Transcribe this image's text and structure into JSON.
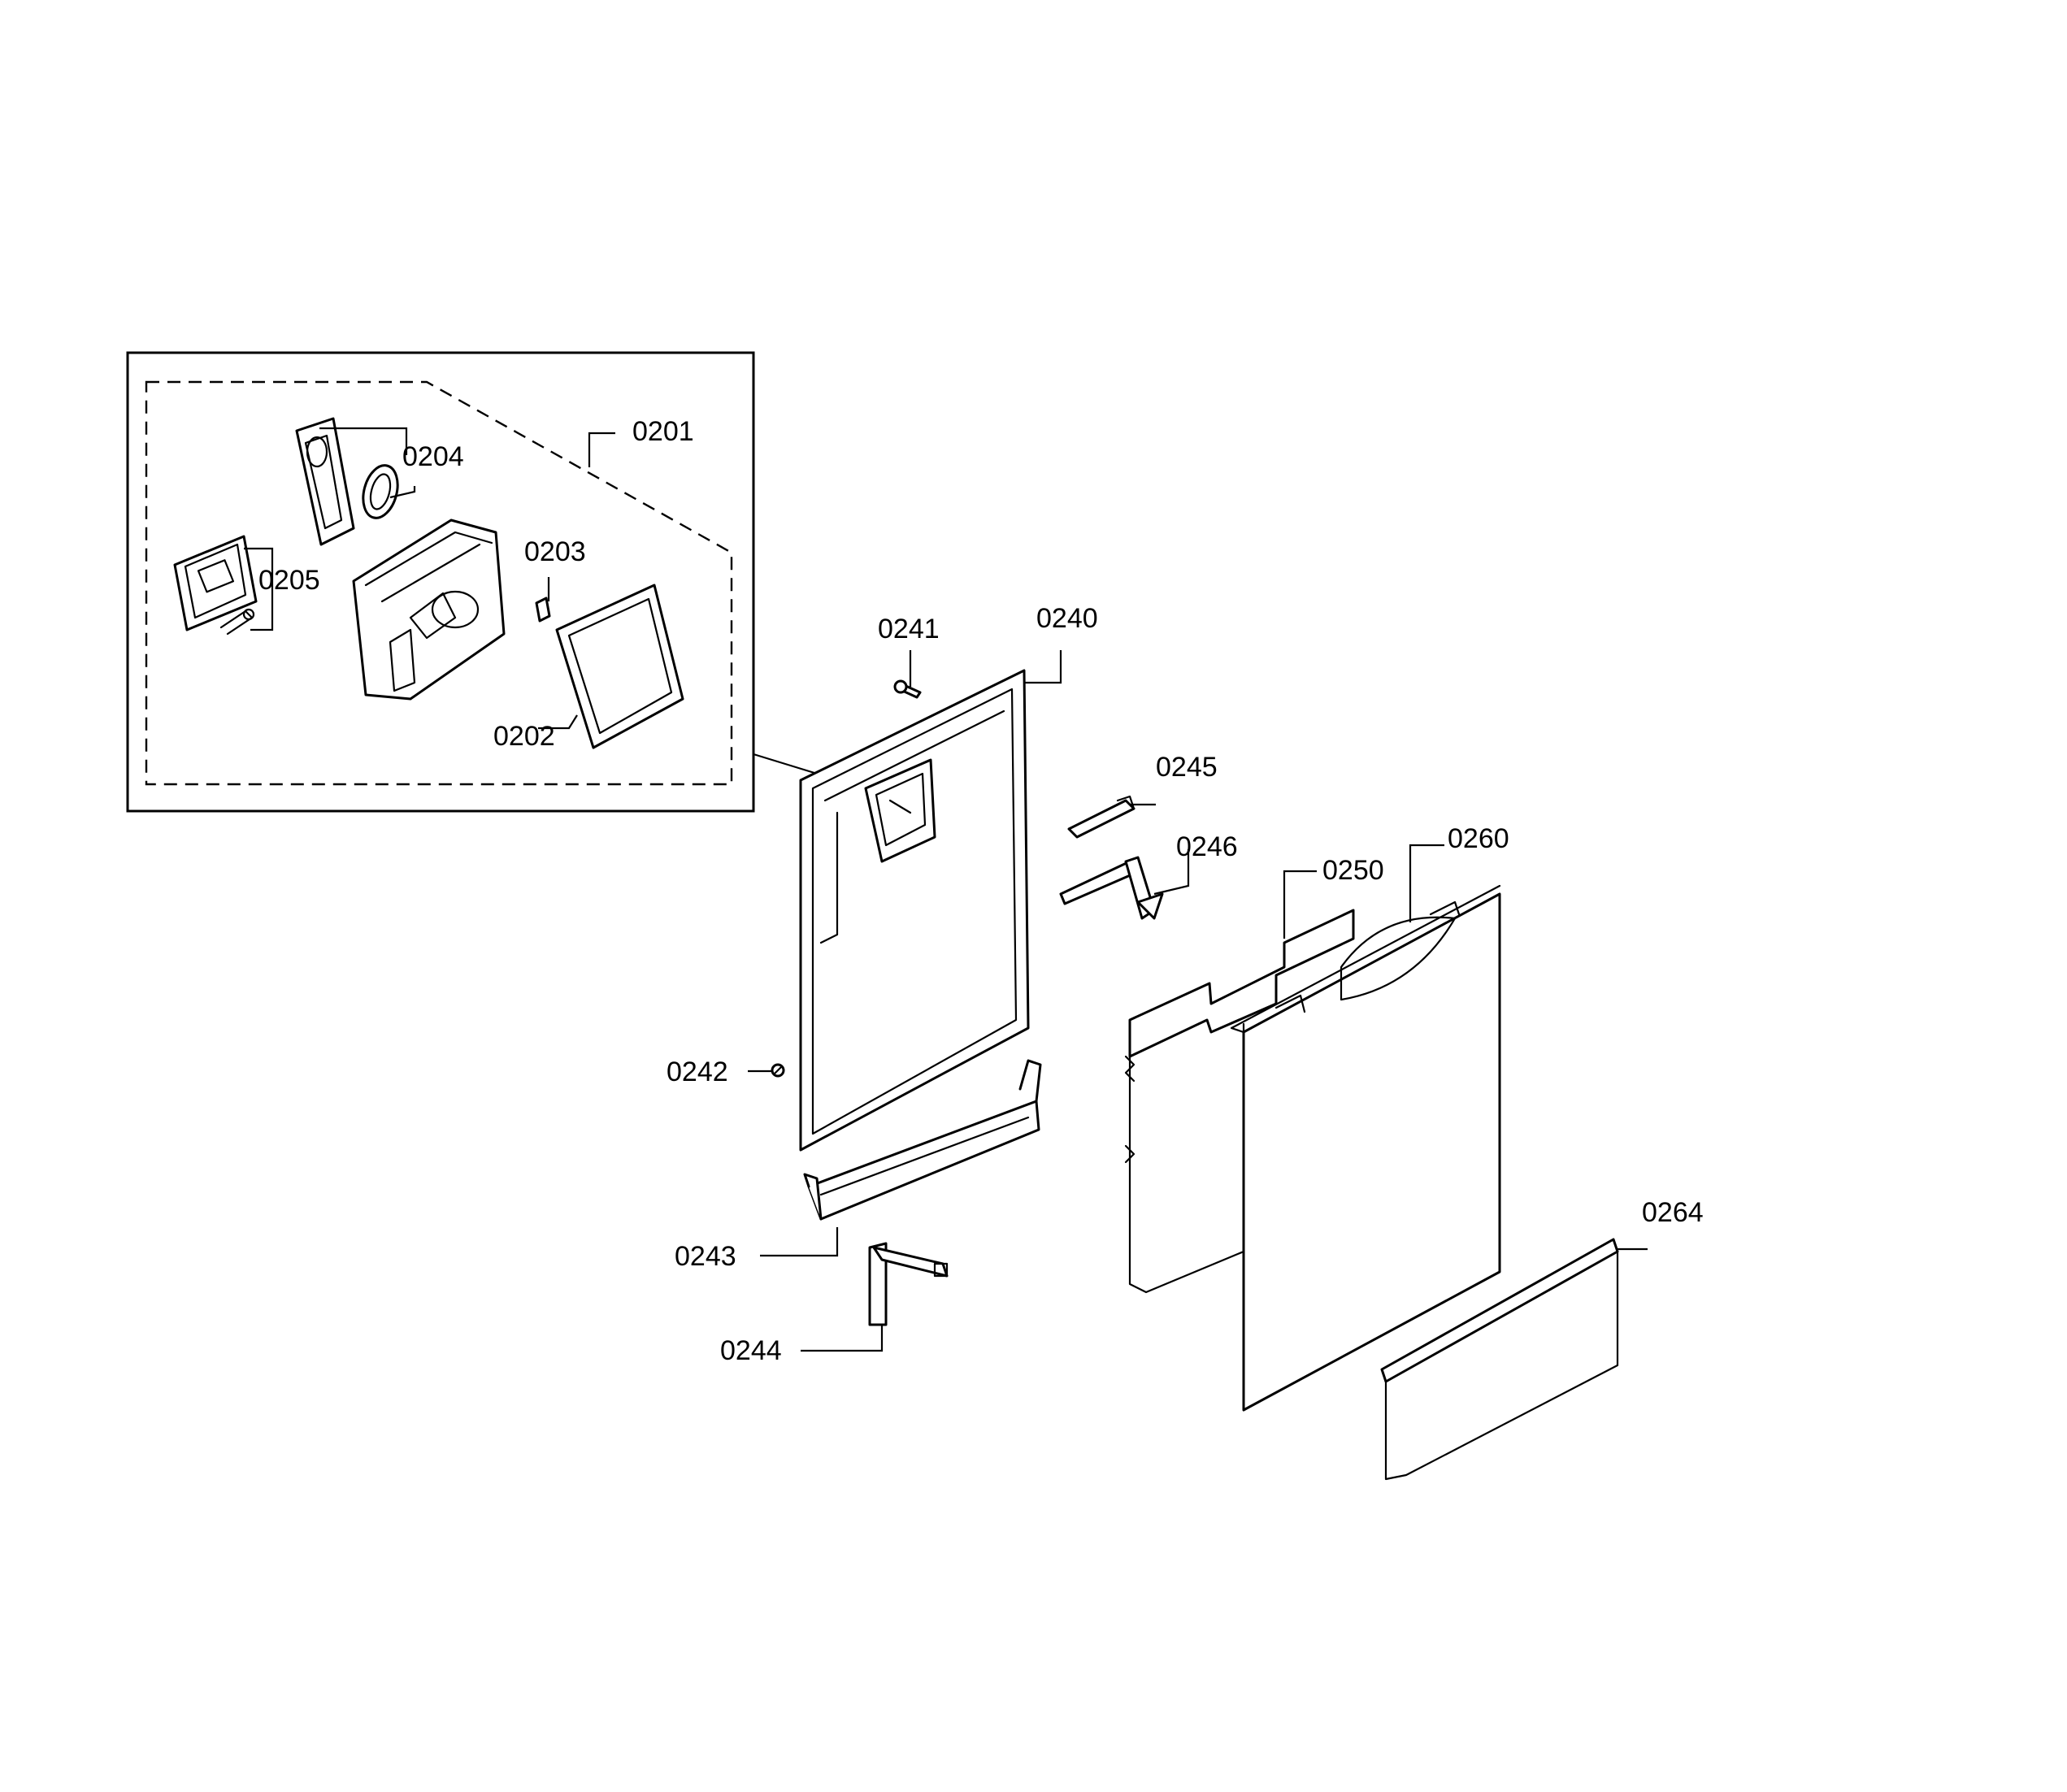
{
  "callouts": {
    "c0201": "0201",
    "c0202": "0202",
    "c0203": "0203",
    "c0204": "0204",
    "c0205": "0205",
    "c0240": "0240",
    "c0241": "0241",
    "c0242": "0242",
    "c0243": "0243",
    "c0244": "0244",
    "c0245": "0245",
    "c0246": "0246",
    "c0250": "0250",
    "c0260": "0260",
    "c0264": "0264"
  }
}
